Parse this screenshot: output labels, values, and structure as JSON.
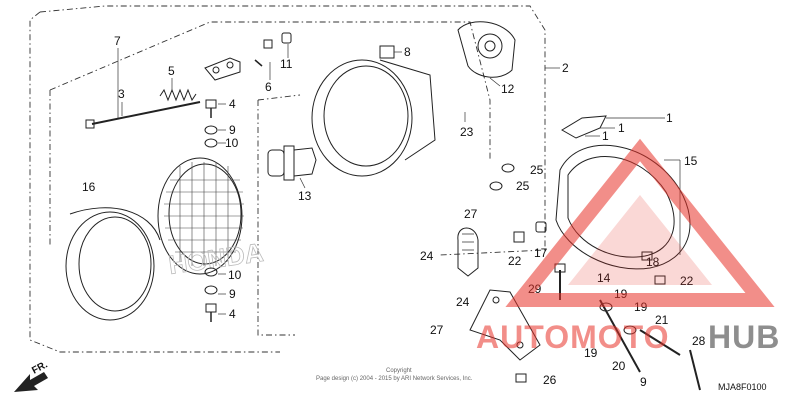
{
  "diagram": {
    "labels": {
      "p1a": "1",
      "p1b": "1",
      "p1c": "1",
      "p2": "2",
      "p3": "3",
      "p4a": "4",
      "p4b": "4",
      "p5": "5",
      "p6": "6",
      "p7": "7",
      "p8": "8",
      "p9a": "9",
      "p9b": "9",
      "p10a": "10",
      "p10b": "10",
      "p11": "11",
      "p12": "12",
      "p13": "13",
      "p14": "14",
      "p15": "15",
      "p16": "16",
      "p17": "17",
      "p18": "18",
      "p19a": "19",
      "p19b": "19",
      "p19c": "19",
      "p20": "20",
      "p21": "21",
      "p22a": "22",
      "p22b": "22",
      "p23": "23",
      "p24a": "24",
      "p24b": "24",
      "p25a": "25",
      "p25b": "25",
      "p26": "26",
      "p27a": "27",
      "p27b": "27",
      "p28": "28",
      "p29": "29"
    },
    "lens_brand": "HONDA",
    "direction_label": "FR.",
    "copyright_line1": "Copyright",
    "copyright_line2": "Page design (c) 2004 - 2015 by ARI Network Services, Inc.",
    "diagram_code": "MJA8F0100"
  },
  "watermark": {
    "part1": "AUTOMOTO",
    "part2": "HUB",
    "color_primary": "#e8332a",
    "color_secondary": "#f0a23a",
    "color_dark": "#333333"
  }
}
